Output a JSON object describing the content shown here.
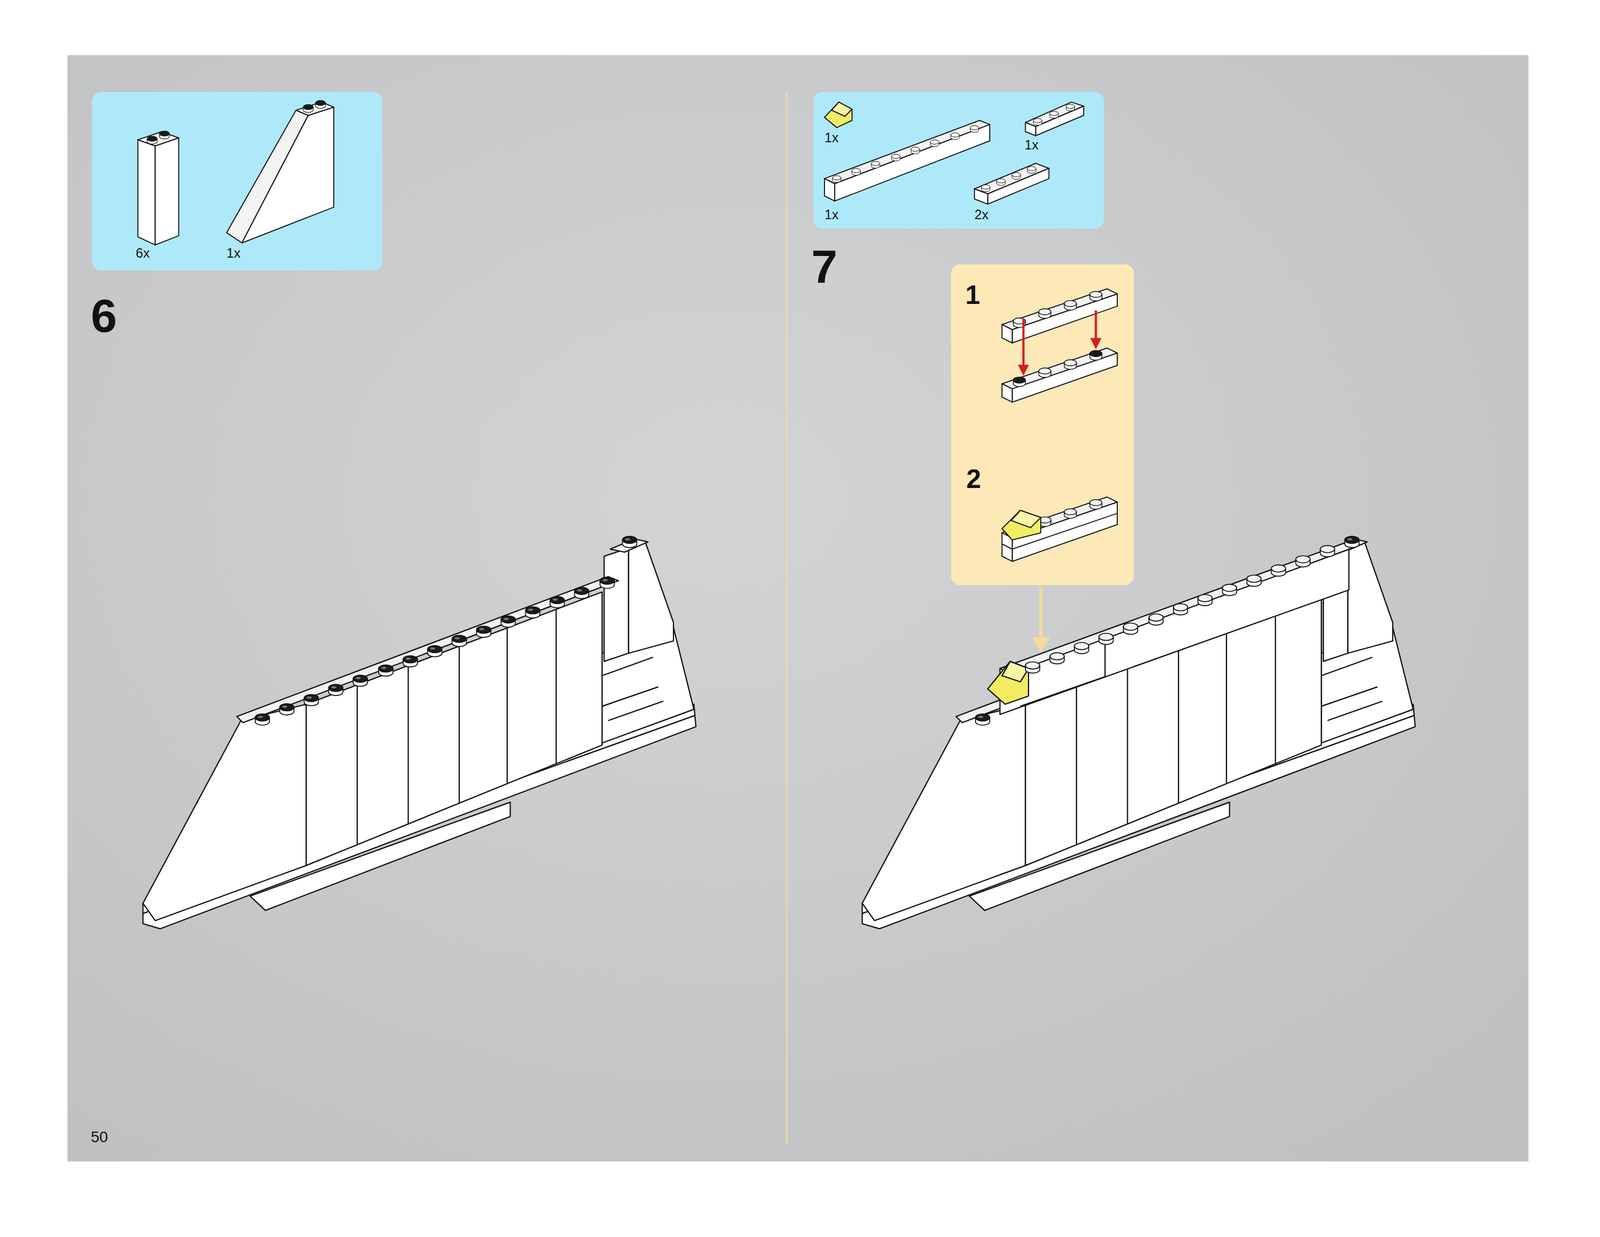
{
  "diagram": {
    "nodes": [
      {
        "text": [
          "6x",
          "1x"
        ]
      },
      {
        "text": [
          "1x",
          "1x",
          "1x",
          "2x"
        ]
      },
      {
        "text": [
          "1",
          "2"
        ]
      }
    ],
    "labels": [
      "6",
      "7",
      "50"
    ]
  }
}
